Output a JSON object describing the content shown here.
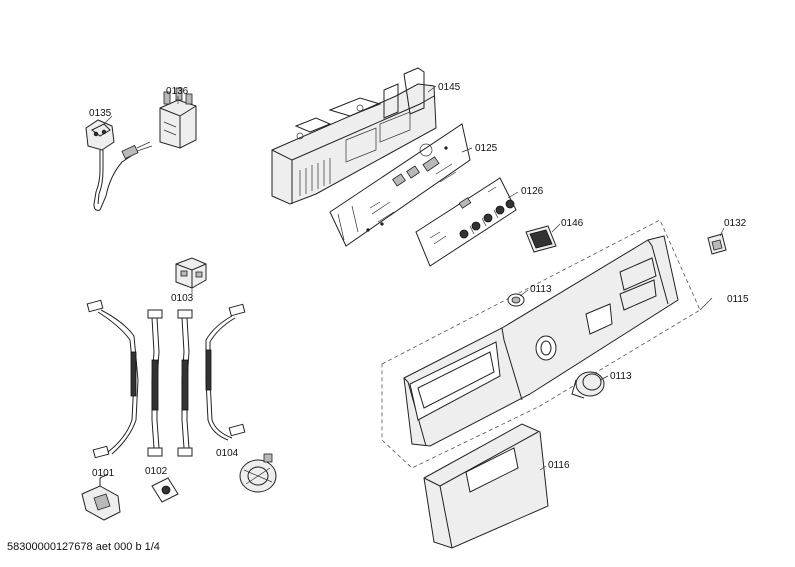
{
  "parts": [
    {
      "id": "p0135",
      "label": "0135",
      "name": "power-cord"
    },
    {
      "id": "p0136",
      "label": "0136",
      "name": "interference-filter"
    },
    {
      "id": "p0145",
      "label": "0145",
      "name": "control-module-housing"
    },
    {
      "id": "p0125",
      "label": "0125",
      "name": "power-module-board"
    },
    {
      "id": "p0126",
      "label": "0126",
      "name": "display-module-board"
    },
    {
      "id": "p0146",
      "label": "0146",
      "name": "display-window"
    },
    {
      "id": "p0132",
      "label": "0132",
      "name": "clip"
    },
    {
      "id": "p0103",
      "label": "0103",
      "name": "door-lock"
    },
    {
      "id": "p0113a",
      "label": "0113",
      "name": "selector-knob-small"
    },
    {
      "id": "p0115",
      "label": "0115",
      "name": "fascia-panel"
    },
    {
      "id": "p0113b",
      "label": "0113",
      "name": "selector-knob-large"
    },
    {
      "id": "p0101",
      "label": "0101",
      "name": "cable-harness-left"
    },
    {
      "id": "p0102",
      "label": "0102",
      "name": "cable-harness-middle"
    },
    {
      "id": "p0104",
      "label": "0104",
      "name": "cable-harness-right"
    },
    {
      "id": "p0116",
      "label": "0116",
      "name": "detergent-drawer-handle"
    }
  ],
  "footer": "58300000127678 aet 000 b 1/4"
}
